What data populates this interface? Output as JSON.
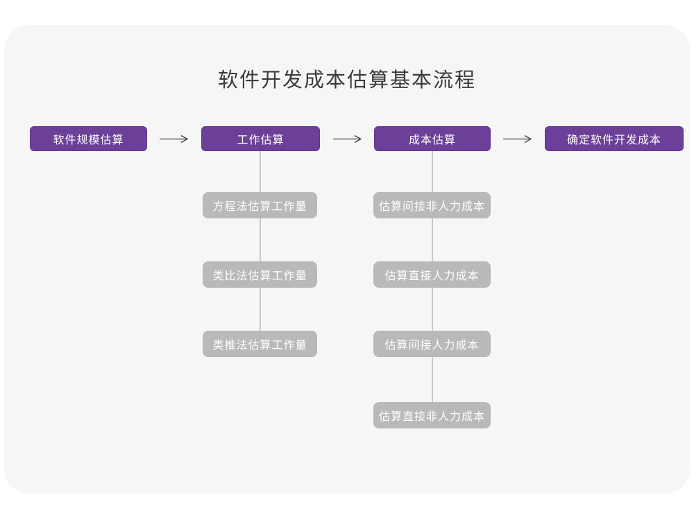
{
  "page": {
    "title": "软件开发成本估算基本流程"
  },
  "colors": {
    "accent_purple": "#6c4098",
    "gray_node": "#b9b9b9",
    "canvas_background": "#f6f6f7",
    "connector_line": "#c8c8c8",
    "arrow": "#3f3f3f",
    "title_text": "#3b3b3b",
    "node_text": "#ffffff"
  },
  "flow": {
    "steps": [
      {
        "label": "软件规模估算"
      },
      {
        "label": "工作估算"
      },
      {
        "label": "成本估算"
      },
      {
        "label": "确定软件开发成本"
      }
    ],
    "arrow_icon": "arrow-right"
  },
  "work_estimation_methods": {
    "parent": "工作估算",
    "items": [
      {
        "label": "方程法估算工作量"
      },
      {
        "label": "类比法估算工作量"
      },
      {
        "label": "类推法估算工作量"
      }
    ]
  },
  "cost_estimation_methods": {
    "parent": "成本估算",
    "items": [
      {
        "label": "估算间接非人力成本"
      },
      {
        "label": "估算直接人力成本"
      },
      {
        "label": "估算间接人力成本"
      },
      {
        "label": "估算直接非人力成本"
      }
    ]
  }
}
